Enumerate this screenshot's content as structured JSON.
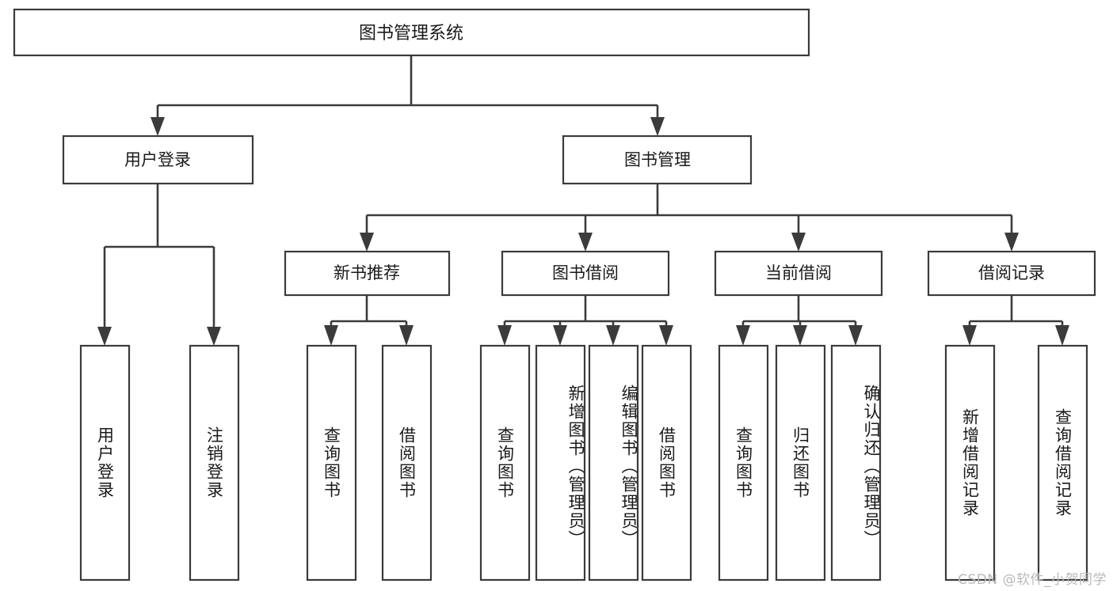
{
  "diagram": {
    "title": "图书管理系统",
    "type": "tree-hierarchy-chart",
    "watermark": "CSDN @软件_小贺同学",
    "root": {
      "label": "图书管理系统"
    },
    "level2": [
      {
        "label": "用户登录"
      },
      {
        "label": "图书管理"
      }
    ],
    "level3": [
      {
        "label": "新书推荐"
      },
      {
        "label": "图书借阅"
      },
      {
        "label": "当前借阅"
      },
      {
        "label": "借阅记录"
      }
    ],
    "leaves": {
      "user_login": [
        {
          "label": "用户登录"
        },
        {
          "label": "注销登录"
        }
      ],
      "new_book": [
        {
          "label": "查询图书"
        },
        {
          "label": "借阅图书"
        }
      ],
      "book_borrow": [
        {
          "label": "查询图书"
        },
        {
          "label": "新增图书（管理员）"
        },
        {
          "label": "编辑图书（管理员）"
        },
        {
          "label": "借阅图书"
        }
      ],
      "current_borrow": [
        {
          "label": "查询图书"
        },
        {
          "label": "归还图书"
        },
        {
          "label": "确认归还（管理员）"
        }
      ],
      "borrow_record": [
        {
          "label": "新增借阅记录"
        },
        {
          "label": "查询借阅记录"
        }
      ]
    }
  },
  "colors": {
    "stroke": "#3b3b3b",
    "fill": "#ffffff",
    "text": "#1a1a1a",
    "watermark": "#b9b9b9"
  }
}
